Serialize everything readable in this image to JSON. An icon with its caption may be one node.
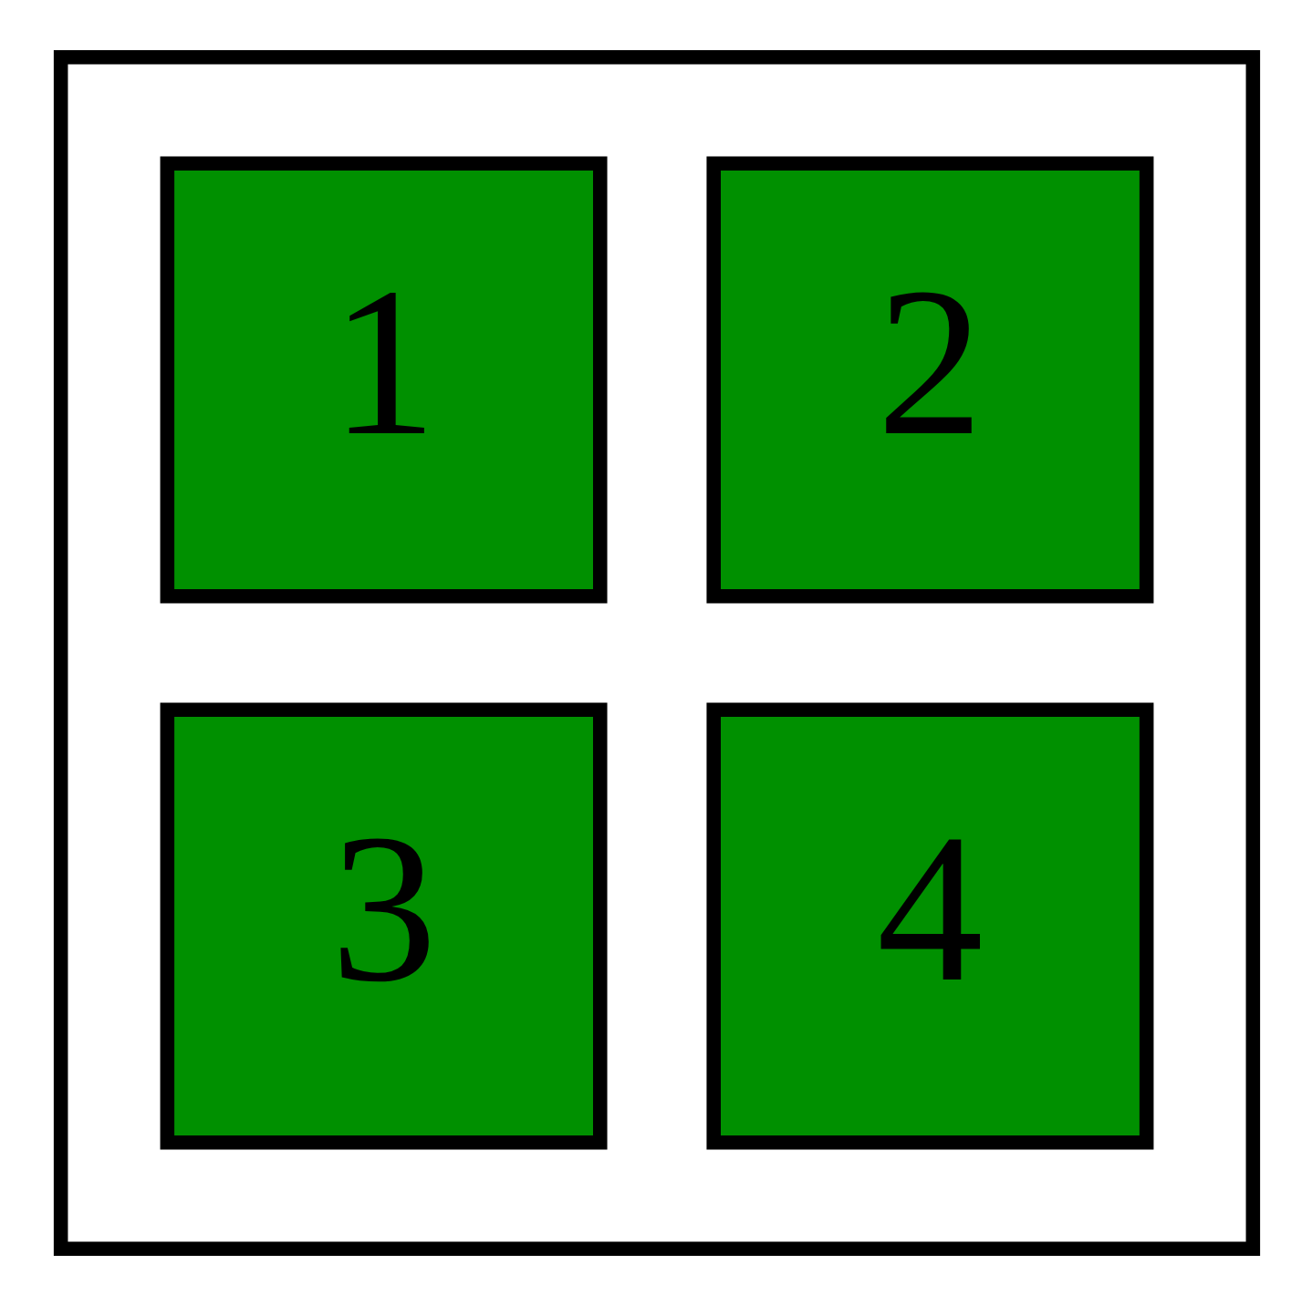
{
  "diagram": {
    "nodes": [
      {
        "text": [],
        "shape": "box"
      },
      {
        "text": [
          "1"
        ],
        "in": 0
      },
      {
        "text": [
          "2"
        ],
        "in": 0
      },
      {
        "text": [
          "3"
        ],
        "in": 0
      },
      {
        "text": [
          "4"
        ],
        "in": 0
      }
    ],
    "edges": []
  }
}
